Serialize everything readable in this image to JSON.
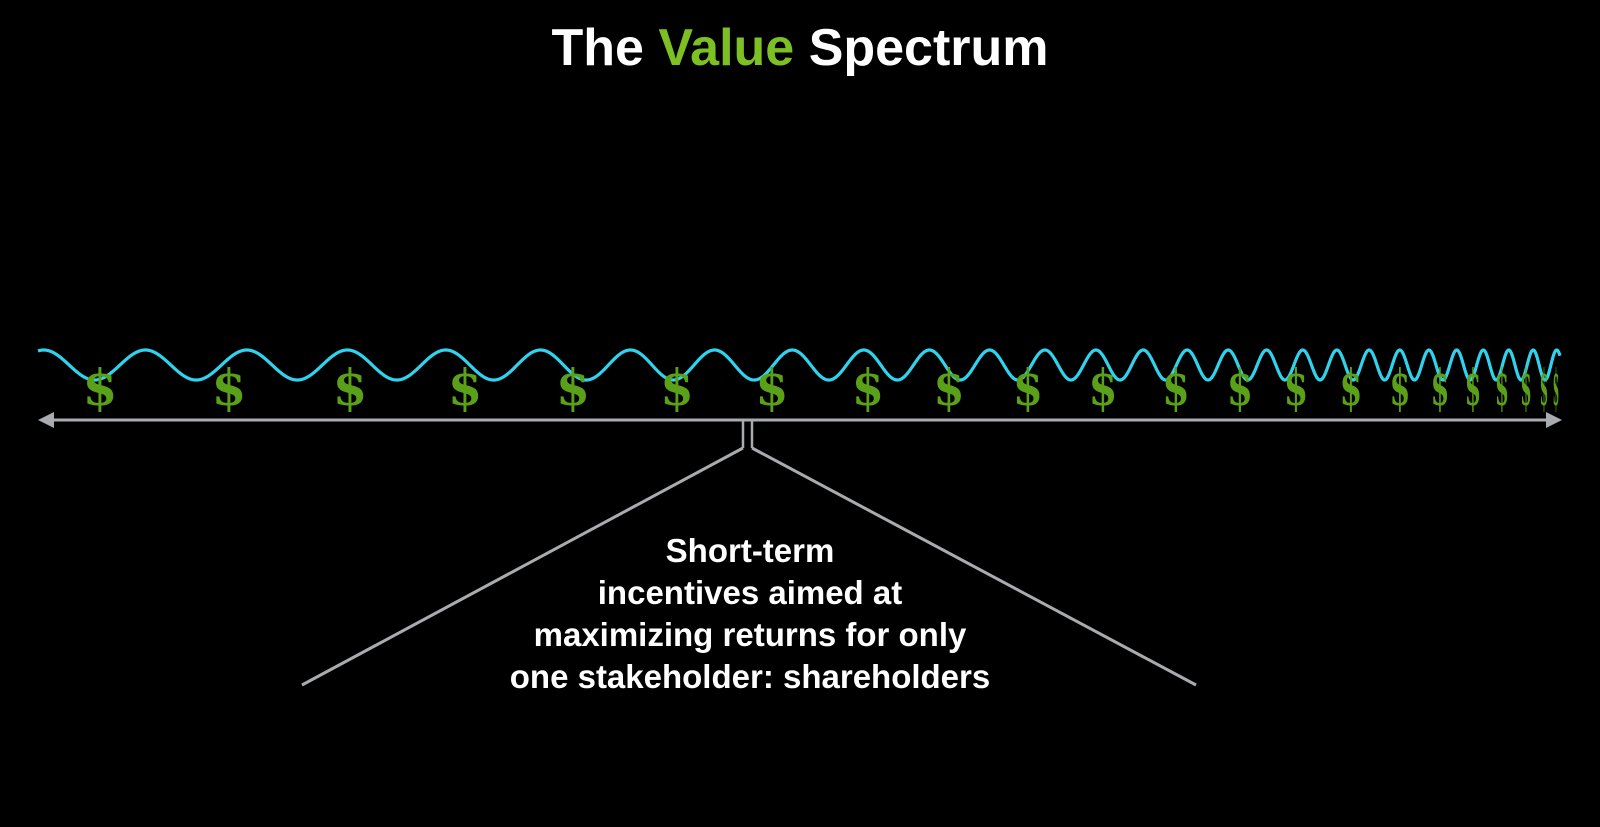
{
  "title": {
    "prefix": "The",
    "accent": "Value",
    "suffix": "Spectrum"
  },
  "colors": {
    "background": "#000000",
    "accent": "#7cc024",
    "wave": "#2fd3ee",
    "dollar": "#5aa018",
    "axis": "#a8acae",
    "text": "#ffffff"
  },
  "diagram": {
    "dollar_symbol": "$",
    "dollar_count": 26,
    "axis_type": "double-arrow",
    "wave_frequency": "increasing left to right"
  },
  "caption": {
    "lines": [
      "Short-term",
      "incentives aimed at",
      "maximizing returns for only",
      "one stakeholder: shareholders"
    ]
  }
}
